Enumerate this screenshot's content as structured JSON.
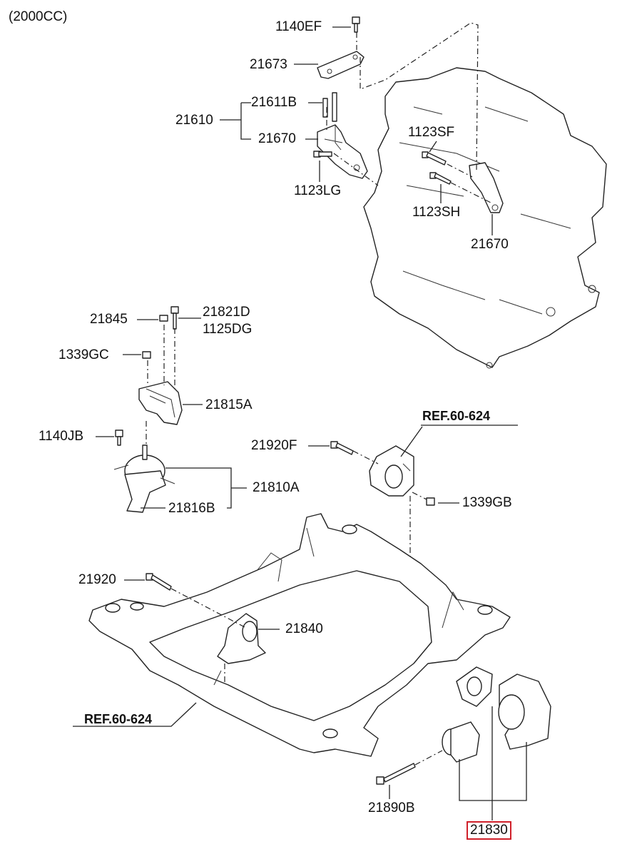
{
  "diagram": {
    "variant_label": "(2000CC)",
    "highlight_color": "#d0202a",
    "callouts": {
      "c_1140EF": "1140EF",
      "c_21673": "21673",
      "c_21611B": "21611B",
      "c_21610": "21610",
      "c_21670a": "21670",
      "c_1123LG": "1123LG",
      "c_1123SF": "1123SF",
      "c_1123SH": "1123SH",
      "c_21670b": "21670",
      "c_21845": "21845",
      "c_21821D": "21821D",
      "c_1125DG": "1125DG",
      "c_1339GC": "1339GC",
      "c_21815A": "21815A",
      "c_1140JB": "1140JB",
      "c_21810A": "21810A",
      "c_21816B": "21816B",
      "c_ref1": "REF.60-624",
      "c_21920F": "21920F",
      "c_1339GB": "1339GB",
      "c_21920": "21920",
      "c_21840": "21840",
      "c_ref2": "REF.60-624",
      "c_21890B": "21890B",
      "c_21830": "21830"
    }
  }
}
